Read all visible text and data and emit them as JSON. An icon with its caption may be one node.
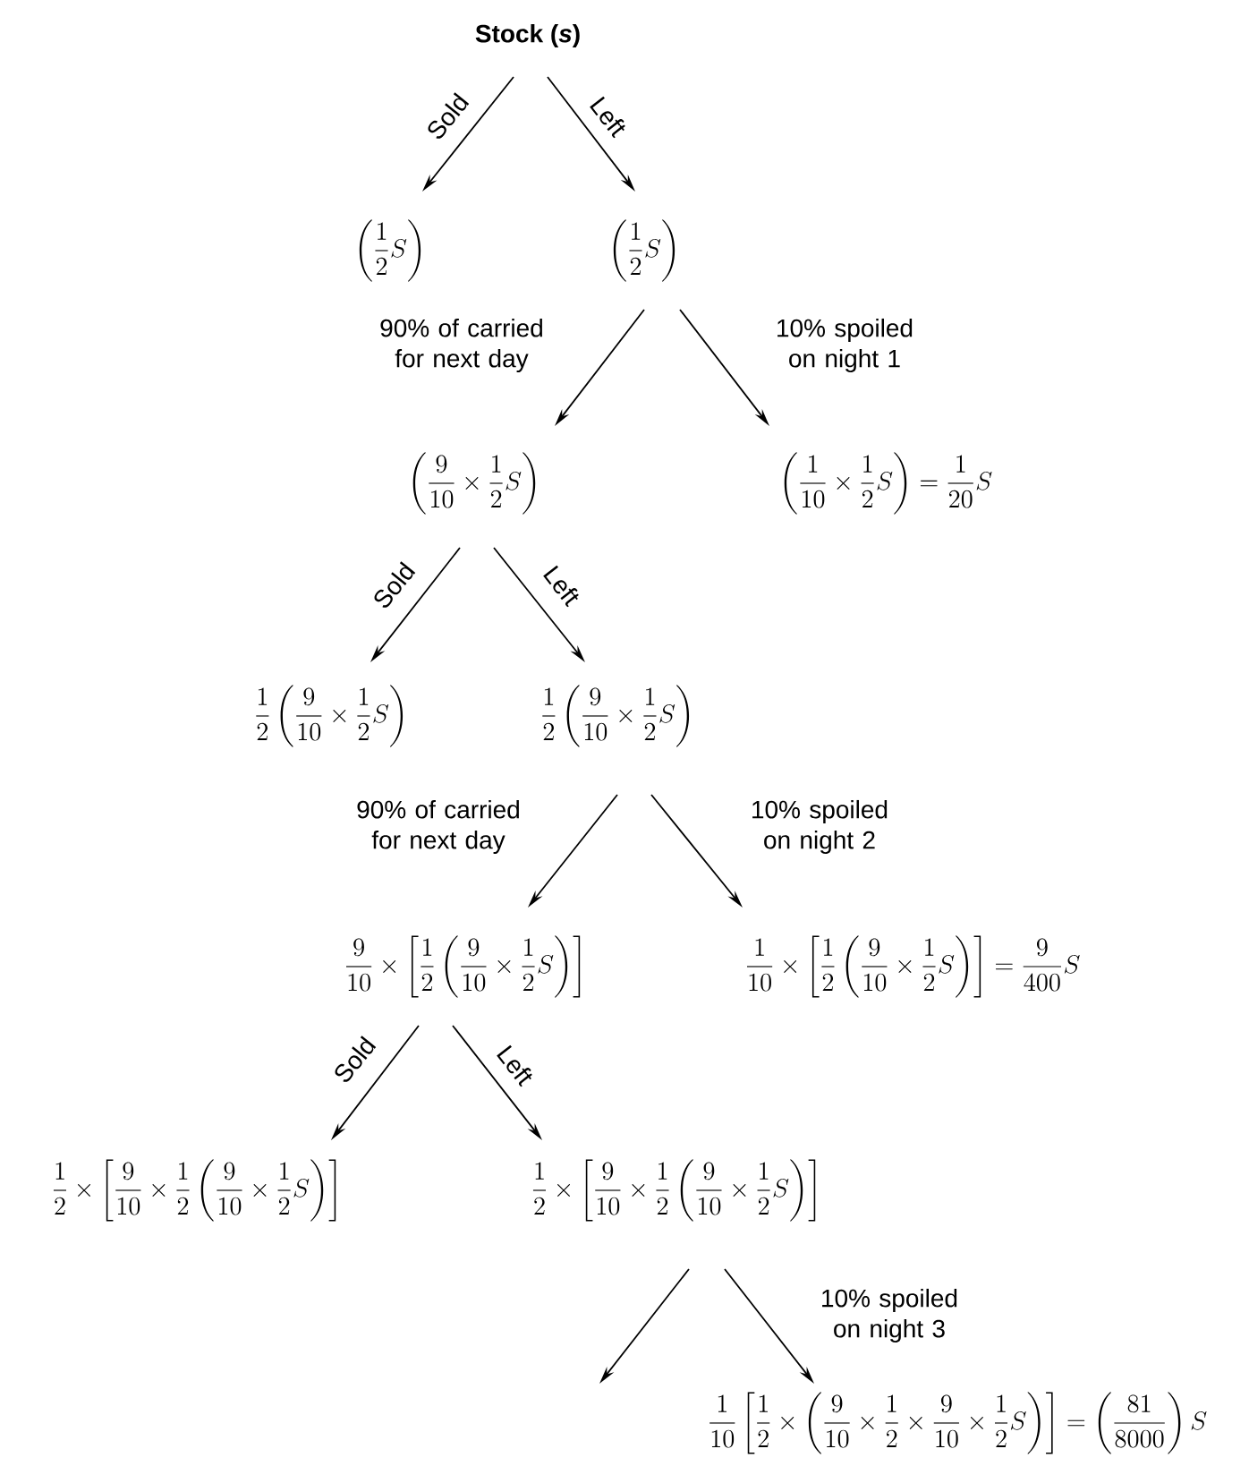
{
  "diagram": {
    "nodes": [
      {
        "text": [
          "Stock (*s*)"
        ]
      },
      {
        "text": [
          "\\left(\\frac{1}{2}S\\right)"
        ]
      },
      {
        "text": [
          "\\left(\\frac{1}{2}S\\right)"
        ]
      },
      {
        "text": [
          "\\left(\\frac{9}{10}\\times\\frac{1}{2}S\\right)"
        ]
      },
      {
        "text": [
          "\\left(\\frac{1}{10}\\times\\frac{1}{2}S\\right)=\\frac{1}{20}S"
        ]
      },
      {
        "text": [
          "\\frac{1}{2}\\left(\\frac{9}{10}\\times\\frac{1}{2}S\\right)"
        ]
      },
      {
        "text": [
          "\\frac{1}{2}\\left(\\frac{9}{10}\\times\\frac{1}{2}S\\right)"
        ]
      },
      {
        "text": [
          "\\frac{9}{10}\\times\\left[\\frac{1}{2}\\left(\\frac{9}{10}\\times\\frac{1}{2}S\\right)\\right]"
        ]
      },
      {
        "text": [
          "\\frac{1}{10}\\times\\left[\\frac{1}{2}\\left(\\frac{9}{10}\\times\\frac{1}{2}S\\right)\\right]=\\frac{9}{400}S"
        ]
      },
      {
        "text": [
          "\\frac{1}{2}\\times\\left[\\frac{9}{10}\\times\\frac{1}{2}\\left(\\frac{9}{10}\\times\\frac{1}{2}S\\right)\\right]"
        ]
      },
      {
        "text": [
          "\\frac{1}{2}\\times\\left[\\frac{9}{10}\\times\\frac{1}{2}\\left(\\frac{9}{10}\\times\\frac{1}{2}S\\right)\\right]"
        ]
      },
      {
        "text": [
          "\\frac{1}{10}\\left[\\frac{1}{2}\\times\\left(\\frac{9}{10}\\times\\frac{1}{2}\\times\\frac{9}{10}\\times\\frac{1}{2}S\\right)\\right]=\\left(\\frac{81}{8000}\\right)S"
        ]
      }
    ],
    "edges": [
      {
        "from": 0,
        "to": 1,
        "arrow": "to",
        "label": "Sold"
      },
      {
        "from": 0,
        "to": 2,
        "arrow": "to",
        "label": "Left"
      },
      {
        "from": 2,
        "to": 3,
        "arrow": "to",
        "label": "90% of carried for next day"
      },
      {
        "from": 2,
        "to": 4,
        "arrow": "to",
        "label": "10% spoiled on night 1"
      },
      {
        "from": 3,
        "to": 5,
        "arrow": "to",
        "label": "Sold"
      },
      {
        "from": 3,
        "to": 6,
        "arrow": "to",
        "label": "Left"
      },
      {
        "from": 6,
        "to": 7,
        "arrow": "to",
        "label": "90% of carried for next day"
      },
      {
        "from": 6,
        "to": 8,
        "arrow": "to",
        "label": "10% spoiled on night 2"
      },
      {
        "from": 7,
        "to": 9,
        "arrow": "to",
        "label": "Sold"
      },
      {
        "from": 7,
        "to": 10,
        "arrow": "to",
        "label": "Left"
      },
      {
        "from": 10,
        "to": null,
        "arrow": "to"
      },
      {
        "from": 10,
        "to": 11,
        "arrow": "to",
        "label": "10% spoiled on night 3"
      }
    ]
  }
}
